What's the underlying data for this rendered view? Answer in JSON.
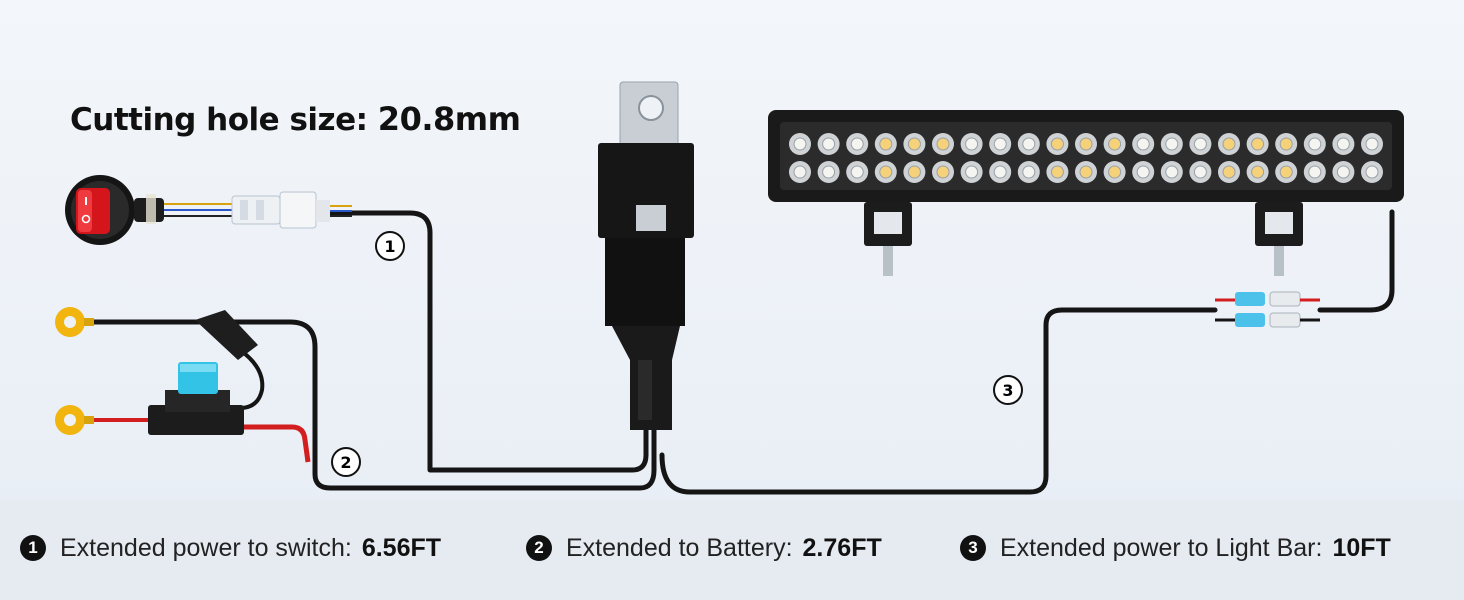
{
  "title": {
    "label": "Cutting hole size:",
    "value": "20.8mm"
  },
  "wire_numbers": [
    "1",
    "2",
    "3"
  ],
  "legend": [
    {
      "number": "1",
      "label": "Extended power to switch:",
      "value": "6.56FT"
    },
    {
      "number": "2",
      "label": "Extended to Battery:",
      "value": "2.76FT"
    },
    {
      "number": "3",
      "label": "Extended power to Light Bar:",
      "value": "10FT"
    }
  ],
  "colors": {
    "wire": "#151515",
    "positive_wire": "#d21e1e",
    "ring_terminal": "#f2b50f",
    "fuse": "#33c3e6",
    "switch": "#d4161c",
    "led_warm": "#f5d27a",
    "led_cool": "#f4f4f0"
  },
  "icons": [
    "rocker-switch-icon",
    "relay-icon",
    "fuse-holder-icon",
    "ring-terminal-icon",
    "led-light-bar-icon",
    "connector-icon"
  ]
}
